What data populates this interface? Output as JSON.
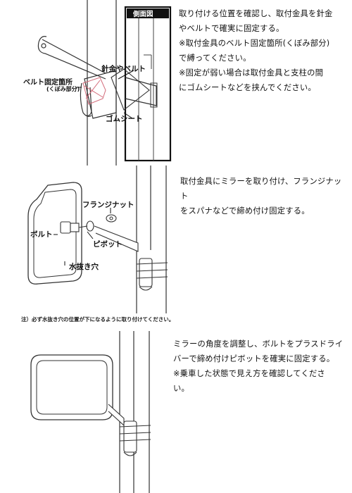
{
  "step1": {
    "side_view_label": "側面図",
    "callouts": {
      "band_wire": "針金やベルト",
      "belt_location": "ベルト固定箇所",
      "belt_location_sub": "(くぼみ部分)",
      "rubber_sheet": "ゴムシート"
    },
    "text_lines": [
      "取り付ける位置を確認し、取付金具を針金",
      "やベルトで確実に固定する。",
      "※取付金具のベルト固定箇所(くぼみ部分)",
      "で縛ってください。",
      "※固定が弱い場合は取付金具と支柱の間",
      "にゴムシートなどを挟んでください。"
    ]
  },
  "step2": {
    "callouts": {
      "flange_nut": "フランジナット",
      "bolt": "ボルト",
      "pivot": "ピボット",
      "drain_hole": "水抜き穴"
    },
    "text_lines": [
      "取付金具にミラーを取り付け、フランジナット",
      "をスパナなどで締め付け固定する。"
    ],
    "note": "注）必ず水抜き穴の位置が下になるように取り付けてください。"
  },
  "step3": {
    "text_lines": [
      "ミラーの角度を調整し、ボルトをプラスドライ",
      "バーで締め付けピボットを確実に固定する。",
      "※乗車した状態で見え方を確認してくださ",
      "い。"
    ]
  }
}
